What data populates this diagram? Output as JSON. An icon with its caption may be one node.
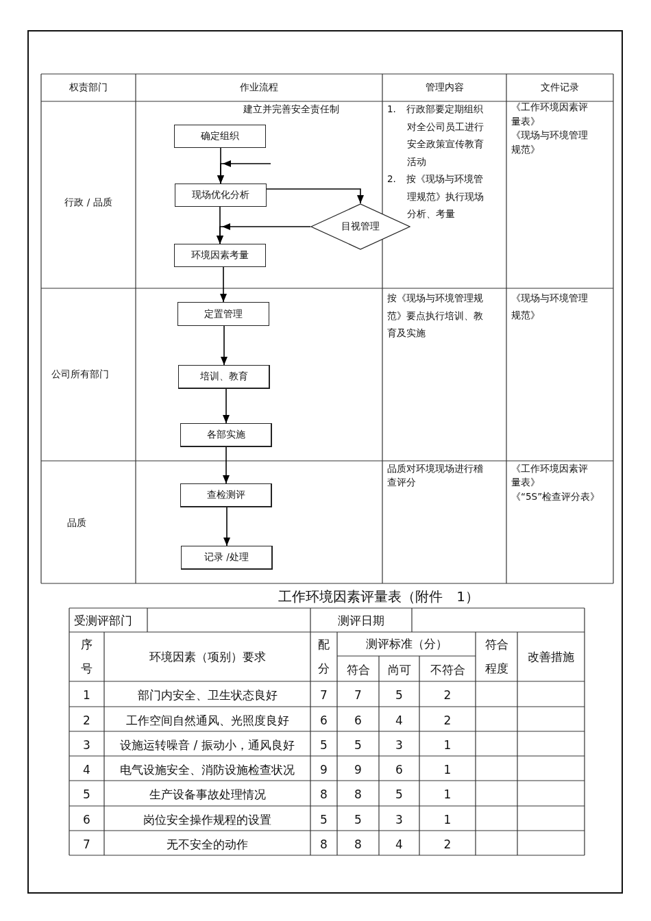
{
  "diagram": {
    "nodes": [
      {
        "text": [
          "确定组织"
        ]
      },
      {
        "text": [
          "现场优化分析"
        ]
      },
      {
        "text": [
          "目视管理"
        ]
      },
      {
        "text": [
          "环境因素考量"
        ]
      },
      {
        "text": [
          "定置管理"
        ]
      },
      {
        "text": [
          "培训、教育"
        ]
      },
      {
        "text": [
          "各部实施"
        ]
      },
      {
        "text": [
          "查检测评"
        ]
      },
      {
        "text": [
          "记录 /处理"
        ]
      }
    ],
    "edges": [
      {
        "from": 0,
        "to": 1,
        "arrow": "to"
      },
      {
        "from": null,
        "to": 1,
        "arrow": "to"
      },
      {
        "from": 1,
        "to": 2,
        "arrow": "to"
      },
      {
        "from": 2,
        "to": 3,
        "arrow": "to"
      },
      {
        "from": 1,
        "to": 3,
        "arrow": "to"
      },
      {
        "from": 3,
        "to": 4,
        "arrow": "to"
      },
      {
        "from": 4,
        "to": 5,
        "arrow": "to"
      },
      {
        "from": 5,
        "to": 6,
        "arrow": "to"
      },
      {
        "from": 6,
        "to": 7,
        "arrow": "to"
      },
      {
        "from": 7,
        "to": 8,
        "arrow": "to"
      }
    ],
    "labels": [
      "权责部门",
      "作业流程",
      "管理内容",
      "文件记录",
      "行政 / 品质",
      "建立并完善安全责任制",
      "1. 行政部要定期组织对全公司员工进行安全政策宣传教育活动",
      "2. 按《现场与环境管理规范》执行现场分析、考量",
      "《工作环境因素评量表》",
      "《现场与环境管理规范》",
      "公司所有部门",
      "按《现场与环境管理规范》要点执行培训、教育及实施",
      "《现场与环境管理规范》",
      "品质",
      "品质对环境现场进行稽查评分",
      "《工作环境因素评量表》",
      "《“5S”检查评分表》",
      "工作环境因素评量表（附件 1）",
      "受测评部门",
      "测评日期",
      "序号",
      "环境因素（项别）要求",
      "配分",
      "测评标准（分）",
      "符合程度",
      "改善措施",
      "符合",
      "尚可",
      "不符合",
      "1",
      "部门内安全、卫生状态良好",
      "7",
      "7",
      "5",
      "2",
      "2",
      "工作空间自然通风、光照度良好",
      "6",
      "6",
      "4",
      "2",
      "3",
      "设施运转噪音 / 振动小，通风良好",
      "5",
      "5",
      "3",
      "1",
      "4",
      "电气设施安全、消防设施检查状况",
      "9",
      "9",
      "6",
      "1",
      "5",
      "生产设备事故处理情况",
      "8",
      "8",
      "5",
      "1",
      "6",
      "岗位安全操作规程的设置",
      "5",
      "5",
      "3",
      "1",
      "7",
      "无不安全的动作",
      "8",
      "8",
      "4",
      "2"
    ]
  }
}
